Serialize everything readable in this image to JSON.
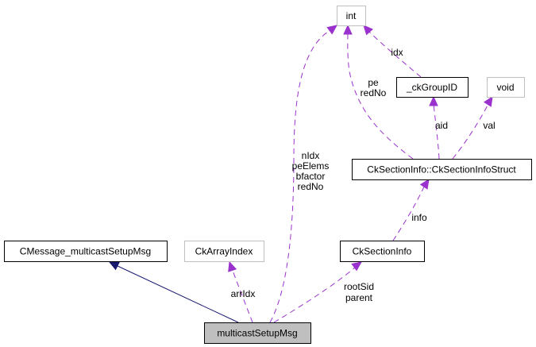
{
  "colors": {
    "inheritance_edge": "#191970",
    "usage_edge": "#9a32cd",
    "node_border": "#000000",
    "undocumented_border": "#bfbfbf",
    "focus_fill": "#bfbfbf"
  },
  "nodes": {
    "int": {
      "label": "int",
      "style": "undocumented"
    },
    "ckGroupID": {
      "label": "_ckGroupID",
      "style": "normal"
    },
    "void": {
      "label": "void",
      "style": "undocumented"
    },
    "struct": {
      "label": "CkSectionInfo::CkSectionInfoStruct",
      "style": "normal"
    },
    "cmessage": {
      "label": "CMessage_multicastSetupMsg",
      "style": "normal"
    },
    "arrayIndex": {
      "label": "CkArrayIndex",
      "style": "undocumented"
    },
    "sectionInfo": {
      "label": "CkSectionInfo",
      "style": "normal"
    },
    "msg": {
      "label": "multicastSetupMsg",
      "style": "focus"
    }
  },
  "edges": [
    {
      "from": "msg",
      "to": "cmessage",
      "kind": "inheritance",
      "labels": []
    },
    {
      "from": "msg",
      "to": "arrayIndex",
      "kind": "usage",
      "labels": [
        "arrIdx"
      ]
    },
    {
      "from": "msg",
      "to": "int",
      "kind": "usage",
      "labels": [
        "nIdx",
        "peElems",
        "bfactor",
        "redNo"
      ]
    },
    {
      "from": "msg",
      "to": "sectionInfo",
      "kind": "usage",
      "labels": [
        "rootSid",
        "parent"
      ]
    },
    {
      "from": "sectionInfo",
      "to": "struct",
      "kind": "usage",
      "labels": [
        "info"
      ]
    },
    {
      "from": "struct",
      "to": "int",
      "kind": "usage",
      "labels": [
        "pe",
        "redNo"
      ]
    },
    {
      "from": "struct",
      "to": "ckGroupID",
      "kind": "usage",
      "labels": [
        "aid"
      ]
    },
    {
      "from": "struct",
      "to": "void",
      "kind": "usage",
      "labels": [
        "val"
      ]
    },
    {
      "from": "ckGroupID",
      "to": "int",
      "kind": "usage",
      "labels": [
        "idx"
      ]
    }
  ]
}
